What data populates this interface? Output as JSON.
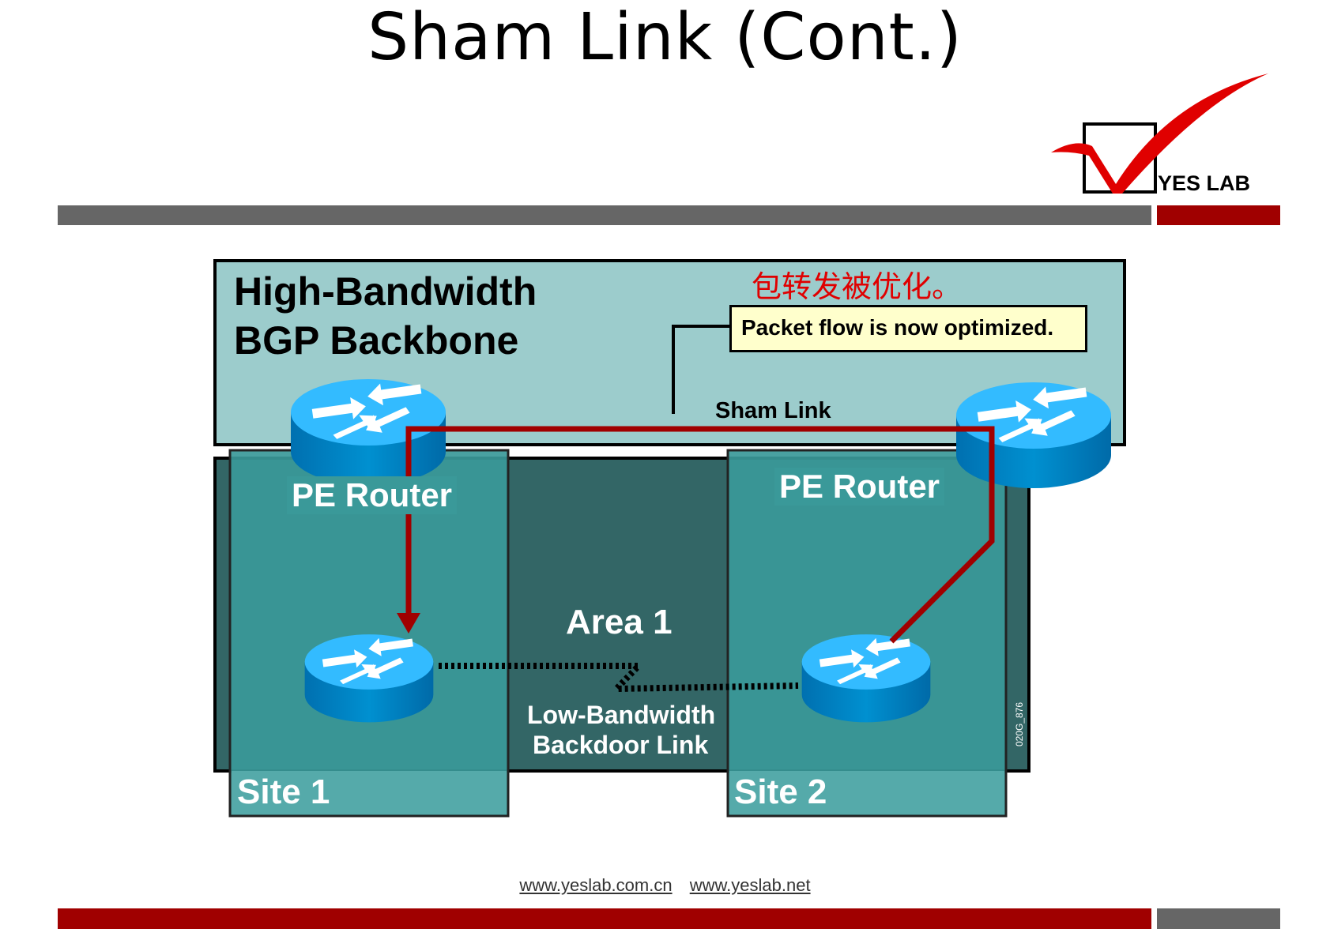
{
  "title": "Sham Link (Cont.)",
  "logo": {
    "text": "YES LAB"
  },
  "backbone": {
    "line1": "High-Bandwidth",
    "line2": "BGP Backbone"
  },
  "annotation": {
    "chinese": "包转发被优化。",
    "callout": "Packet flow is now optimized."
  },
  "sham_link_label": "Sham Link",
  "pe_router_left": "PE Router",
  "pe_router_right": "PE Router",
  "area_label": "Area 1",
  "backdoor": {
    "line1": "Low-Bandwidth",
    "line2": "Backdoor Link"
  },
  "site1": "Site 1",
  "site2": "Site 2",
  "figure_code": "020G_876",
  "footer": {
    "link1": "www.yeslab.com.cn",
    "link2": "www.yeslab.net"
  },
  "colors": {
    "accent_red": "#a00000",
    "band_gray": "#666666",
    "backbone_fill": "#9ccccc",
    "area_fill": "#336666",
    "site_fill": "#3a9999",
    "router_blue": "#0088cc"
  }
}
